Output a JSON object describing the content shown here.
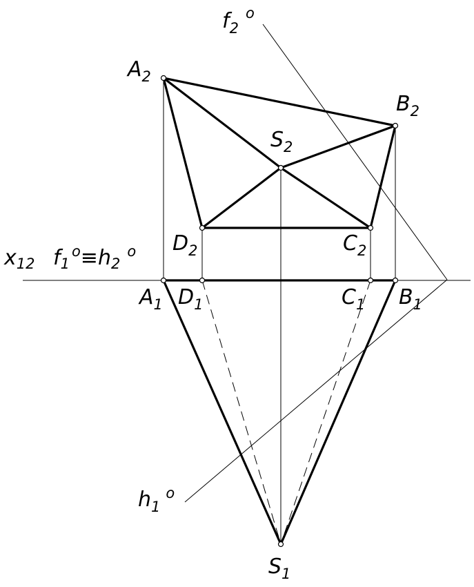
{
  "labels": {
    "A2": {
      "main": "A",
      "sub": "2"
    },
    "B2": {
      "main": "B",
      "sub": "2"
    },
    "S2": {
      "main": "S",
      "sub": "2"
    },
    "D2": {
      "main": "D",
      "sub": "2"
    },
    "C2": {
      "main": "C",
      "sub": "2"
    },
    "A1": {
      "main": "A",
      "sub": "1"
    },
    "D1": {
      "main": "D",
      "sub": "1"
    },
    "C1": {
      "main": "C",
      "sub": "1"
    },
    "B1": {
      "main": "B",
      "sub": "1"
    },
    "S1": {
      "main": "S",
      "sub": "1"
    },
    "x12": {
      "main": "x",
      "sub": "12"
    },
    "f2o": {
      "main": "f",
      "sub": "2",
      "sup": "o"
    },
    "f1o_h2o": {
      "main1": "f",
      "sub1": "1",
      "sup1": "o",
      "equiv": "≡",
      "main2": "h",
      "sub2": "2",
      "sup2": "o"
    },
    "h1o": {
      "main": "h",
      "sub": "1",
      "sup": "o"
    }
  }
}
